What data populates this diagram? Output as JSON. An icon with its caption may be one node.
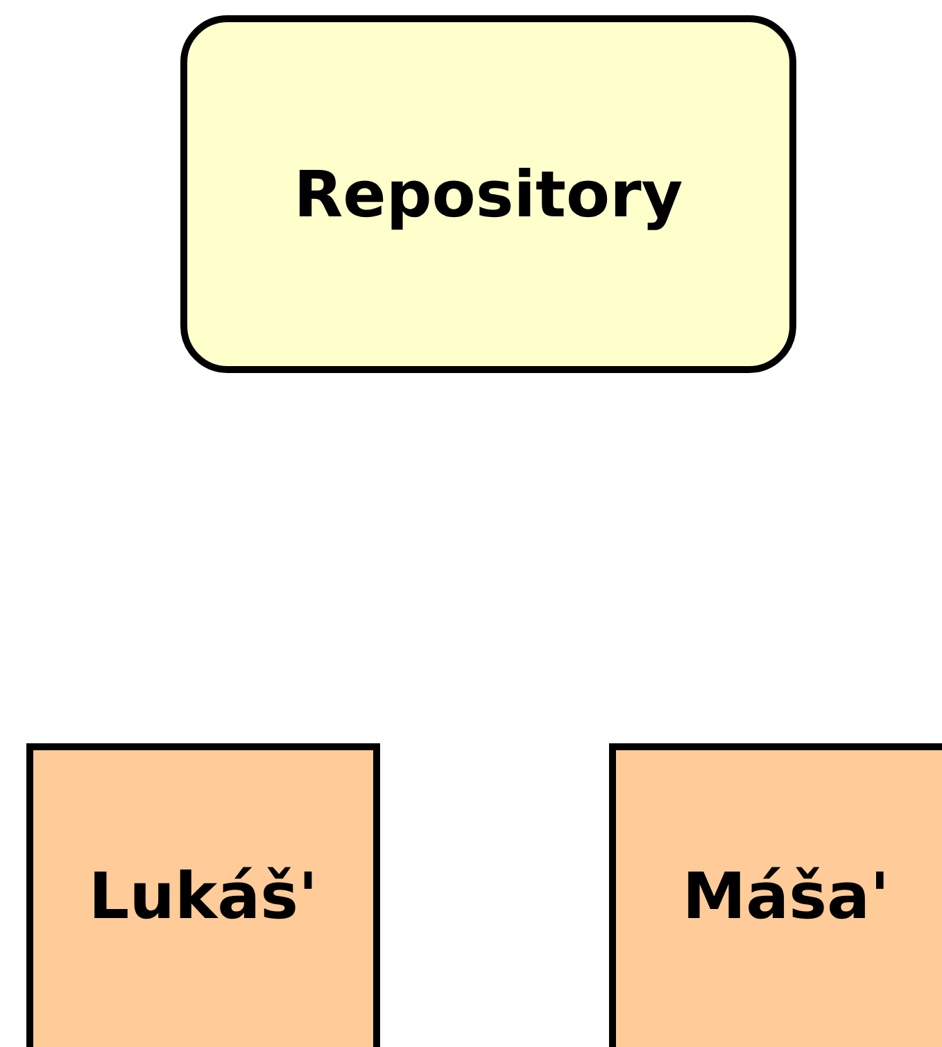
{
  "diagram": {
    "nodes": [
      {
        "text": [
          "Repository"
        ]
      },
      {
        "text": [
          "Lukáš'"
        ]
      },
      {
        "text": [
          "Máša'"
        ]
      }
    ]
  }
}
